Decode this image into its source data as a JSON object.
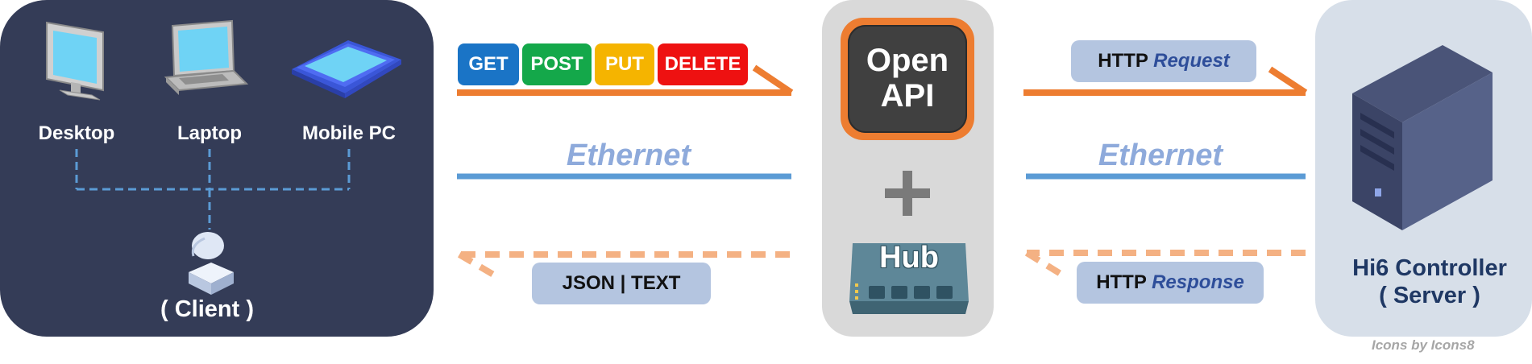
{
  "client_panel": {
    "devices": [
      {
        "label": "Desktop",
        "icon": "desktop-icon"
      },
      {
        "label": "Laptop",
        "icon": "laptop-icon"
      },
      {
        "label": "Mobile PC",
        "icon": "tablet-icon"
      }
    ],
    "client_label": "( Client )"
  },
  "methods": [
    {
      "label": "GET",
      "color": "#1a74c6"
    },
    {
      "label": "POST",
      "color": "#14a84a"
    },
    {
      "label": "PUT",
      "color": "#f5b400"
    },
    {
      "label": "DELETE",
      "color": "#ee1111"
    }
  ],
  "left_link": {
    "ethernet_label": "Ethernet",
    "response_tag": "JSON | TEXT"
  },
  "hub_panel": {
    "openapi_label": "Open API",
    "plus_icon": "plus-icon",
    "hub_label": "Hub"
  },
  "right_link": {
    "request_prefix": "HTTP",
    "request_word": "Request",
    "ethernet_label": "Ethernet",
    "response_prefix": "HTTP",
    "response_word": "Response"
  },
  "server_panel": {
    "line1": "Hi6 Controller",
    "line2": "( Server )"
  },
  "credit": "Icons by Icons8",
  "colors": {
    "orange": "#ed7d31",
    "blue": "#5b9bd5",
    "dashed_orange": "#f4b183",
    "client_bg": "#343c57",
    "server_bg": "#d7dfe9",
    "hub_bg": "#d9d9d9"
  }
}
